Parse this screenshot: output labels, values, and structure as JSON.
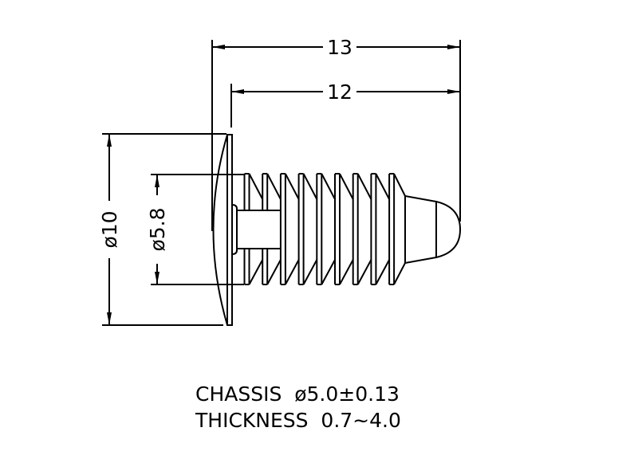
{
  "dimensions": {
    "overall_length": "13",
    "shank_length": "12",
    "head_diameter": "ø10",
    "rib_diameter": "ø5.8"
  },
  "notes": {
    "chassis": "CHASSIS  ø5.0±0.13",
    "thickness": "THICKNESS  0.7~4.0"
  },
  "rib_count": 9
}
